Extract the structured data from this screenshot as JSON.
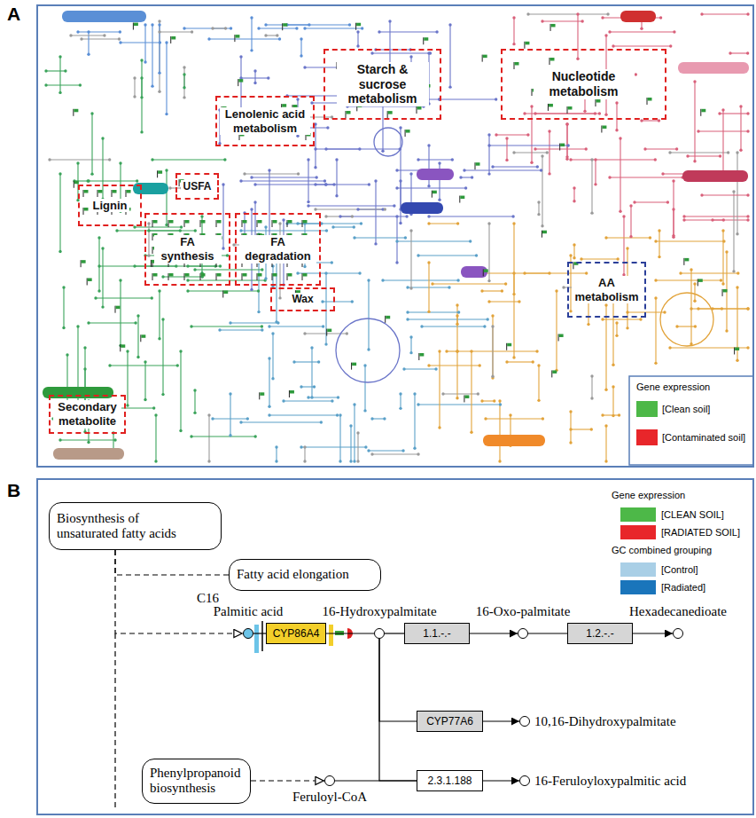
{
  "diagram": {
    "nodes": [
      {
        "text": [
          "Starch & sucrose metabolism"
        ]
      },
      {
        "text": [
          "Nucleotide metabolism"
        ]
      },
      {
        "text": [
          "Lenolenic acid metabolism"
        ]
      },
      {
        "text": [
          "Lignin"
        ]
      },
      {
        "text": [
          "USFA"
        ]
      },
      {
        "text": [
          "FA synthesis"
        ]
      },
      {
        "text": [
          "FA degradation"
        ]
      },
      {
        "text": [
          "Wax"
        ]
      },
      {
        "text": [
          "AA metabolism"
        ]
      },
      {
        "text": [
          "Secondary metabolite"
        ]
      },
      {
        "text": [
          "Biosynthesis of unsaturated fatty acids"
        ]
      },
      {
        "text": [
          "Fatty acid elongation"
        ]
      },
      {
        "text": [
          "Palmitic acid"
        ]
      },
      {
        "text": [
          "CYP86A4"
        ]
      },
      {
        "text": [
          "16-Hydroxypalmitate"
        ]
      },
      {
        "text": [
          "1.1.-.-"
        ]
      },
      {
        "text": [
          "16-Oxo-palmitate"
        ]
      },
      {
        "text": [
          "1.2.-.-"
        ]
      },
      {
        "text": [
          "Hexadecanedioate"
        ]
      },
      {
        "text": [
          "CYP77A6"
        ]
      },
      {
        "text": [
          "10,16-Dihydroxypalmitate"
        ]
      },
      {
        "text": [
          "Phenylpropanoid biosynthesis"
        ]
      },
      {
        "text": [
          "Feruloyl-CoA"
        ]
      },
      {
        "text": [
          "2.3.1.188"
        ]
      },
      {
        "text": [
          "16-Feruloyloxypalmitic acid"
        ]
      }
    ],
    "edges": [
      {
        "from": 10,
        "to": 12,
        "arrow": "to"
      },
      {
        "from": 10,
        "to": 11,
        "arrow": "none"
      },
      {
        "from": 21,
        "to": 22,
        "arrow": "to"
      },
      {
        "from": 12,
        "to": 13,
        "arrow": "none"
      },
      {
        "from": 13,
        "to": 14,
        "arrow": "none"
      },
      {
        "from": 14,
        "to": 15,
        "arrow": "none"
      },
      {
        "from": 15,
        "to": 16,
        "arrow": "to"
      },
      {
        "from": 16,
        "to": 17,
        "arrow": "none"
      },
      {
        "from": 17,
        "to": 18,
        "arrow": "to"
      },
      {
        "from": 14,
        "to": 19,
        "arrow": "none"
      },
      {
        "from": 19,
        "to": 20,
        "arrow": "to"
      },
      {
        "from": 14,
        "to": 23,
        "arrow": "none"
      },
      {
        "from": 22,
        "to": 23,
        "arrow": "none"
      },
      {
        "from": 23,
        "to": 24,
        "arrow": "to"
      }
    ],
    "labels": [
      "A",
      "B",
      "Gene expression",
      "Gene expression",
      "GC combined grouping",
      "C16"
    ],
    "legend": [
      {
        "text": "[Clean soil]",
        "color": "#4db848"
      },
      {
        "text": "[Contaminated soil]",
        "color": "#e8262a"
      },
      {
        "text": "[CLEAN SOIL]",
        "color": "#4db848"
      },
      {
        "text": "[RADIATED SOIL]",
        "color": "#e8262a"
      },
      {
        "text": "[Control]",
        "color": "#a9cfe6"
      },
      {
        "text": "[Radiated]",
        "color": "#1a75bb"
      }
    ]
  }
}
